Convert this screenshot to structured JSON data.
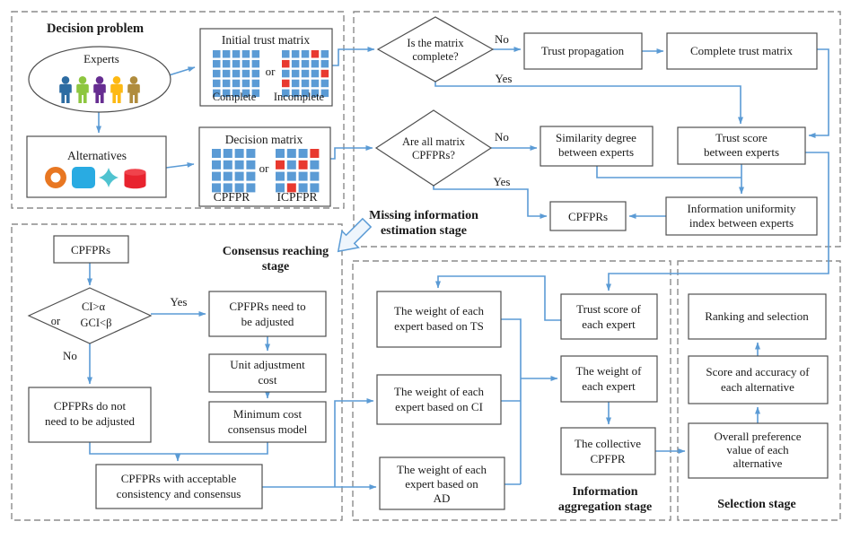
{
  "stages": {
    "decision_problem": {
      "label": "Decision problem"
    },
    "missing_info": {
      "lines": [
        "Missing information",
        "estimation stage"
      ]
    },
    "consensus": {
      "lines": [
        "Consensus reaching",
        "stage"
      ]
    },
    "aggregation": {
      "lines": [
        "Information",
        "aggregation stage"
      ]
    },
    "selection": {
      "label": "Selection stage"
    }
  },
  "experts": {
    "label": "Experts"
  },
  "alternatives": {
    "label": "Alternatives"
  },
  "nodes": {
    "initial_trust_matrix": {
      "title": "Initial trust matrix",
      "or": "or",
      "complete": "Complete",
      "incomplete": "Incomplete"
    },
    "decision_matrix": {
      "title": "Decision matrix",
      "or": "or",
      "cpfpr": "CPFPR",
      "icpfpr": "ICPFPR"
    },
    "d_complete": {
      "lines": [
        "Is the matrix",
        "complete?"
      ]
    },
    "trust_propagation": {
      "label": "Trust propagation"
    },
    "complete_trust_matrix": {
      "label": "Complete trust matrix"
    },
    "d_all_cpfprs": {
      "lines": [
        "Are all matrix",
        "CPFPRs?"
      ]
    },
    "similarity": {
      "lines": [
        "Similarity degree",
        "between experts"
      ]
    },
    "trust_score_between": {
      "lines": [
        "Trust score",
        "between experts"
      ]
    },
    "info_uniformity": {
      "lines": [
        "Information uniformity",
        "index between experts"
      ]
    },
    "cpfprs_mi": {
      "label": "CPFPRs"
    },
    "cpfprs_c": {
      "label": "CPFPRs"
    },
    "d_consistency": {
      "line1": "CI>α",
      "or": "or",
      "line2": "GCI<β"
    },
    "need_adjust": {
      "lines": [
        "CPFPRs need to",
        "be adjusted"
      ]
    },
    "unit_cost": {
      "lines": [
        "Unit adjustment",
        "cost"
      ]
    },
    "min_cost": {
      "lines": [
        "Minimum cost",
        "consensus model"
      ]
    },
    "no_adjust": {
      "lines": [
        "CPFPRs do not",
        "need to be adjusted"
      ]
    },
    "acceptable": {
      "lines": [
        "CPFPRs with acceptable",
        "consistency and consensus"
      ]
    },
    "w_ts": {
      "lines": [
        "The weight of each",
        "expert based on TS"
      ]
    },
    "w_ci": {
      "lines": [
        "The weight of each",
        "expert based on CI"
      ]
    },
    "w_ad": {
      "lines": [
        "The weight of each",
        "expert based on",
        "AD"
      ]
    },
    "ts_each": {
      "lines": [
        "Trust score of",
        "each expert"
      ]
    },
    "w_each": {
      "lines": [
        "The weight of",
        "each expert"
      ]
    },
    "collective": {
      "lines": [
        "The collective",
        "CPFPR"
      ]
    },
    "overall": {
      "lines": [
        "Overall preference",
        "value of each",
        "alternative"
      ]
    },
    "score_acc": {
      "lines": [
        "Score and accuracy of",
        "each alternative"
      ]
    },
    "ranking": {
      "label": "Ranking and selection"
    }
  },
  "edge_labels": {
    "no1": "No",
    "yes1": "Yes",
    "no2": "No",
    "yes2": "Yes",
    "yes3": "Yes",
    "no3": "No"
  },
  "matrices": {
    "trust_complete": {
      "rows": 5,
      "cols": 5,
      "red_cells": []
    },
    "trust_incomplete": {
      "rows": 5,
      "cols": 5,
      "red_cells": [
        [
          0,
          3
        ],
        [
          1,
          0
        ],
        [
          2,
          4
        ],
        [
          3,
          0
        ]
      ]
    },
    "decision_cpfpr": {
      "rows": 4,
      "cols": 4,
      "red_cells": []
    },
    "decision_icpfpr": {
      "rows": 4,
      "cols": 4,
      "red_cells": [
        [
          0,
          3
        ],
        [
          1,
          0
        ],
        [
          1,
          2
        ],
        [
          3,
          1
        ]
      ]
    }
  },
  "colors": {
    "flow_line": "#5b9bd5",
    "box_border": "#4f4f4f",
    "panel_dash": "#8c8c8c",
    "matrix_blue": "#5b9bd5",
    "matrix_red": "#e8392f",
    "experts": [
      "#2d6ca2",
      "#8dc63f",
      "#662d91",
      "#fdb913",
      "#b08c3d"
    ],
    "alt_donut": "#e87722",
    "alt_square": "#29abe2",
    "alt_star": "#4fc3d0",
    "alt_cylinder": "#e8232e",
    "block_arrow_fill": "#eef5fc"
  }
}
